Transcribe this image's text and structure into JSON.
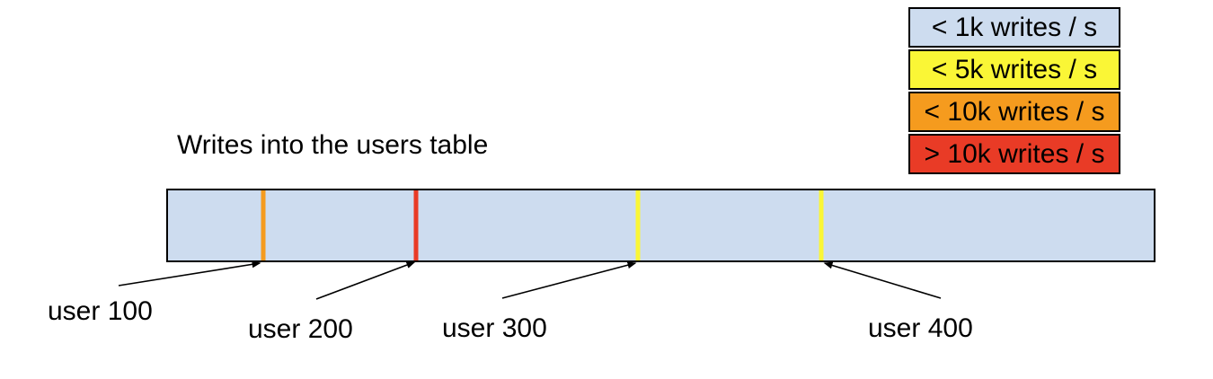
{
  "canvas": {
    "background": "#ffffff"
  },
  "title": "Writes into the users table",
  "legend": {
    "items": [
      {
        "label": "< 1k writes / s",
        "color": "#cddcef"
      },
      {
        "label": "< 5k writes / s",
        "color": "#faf636"
      },
      {
        "label": "< 10k writes / s",
        "color": "#f59b1e"
      },
      {
        "label": "> 10k writes / s",
        "color": "#e93b26"
      }
    ]
  },
  "bar": {
    "fill": "#cddcef",
    "border_color": "#000000",
    "markers": [
      {
        "user": "user 100",
        "rate": "< 10k writes / s",
        "color": "#f59b1e",
        "left_pct": "9.7%"
      },
      {
        "user": "user 200",
        "rate": "> 10k writes / s",
        "color": "#e93b26",
        "left_pct": "25.2%"
      },
      {
        "user": "user 300",
        "rate": "< 5k writes / s",
        "color": "#faf636",
        "left_pct": "47.7%"
      },
      {
        "user": "user 400",
        "rate": "< 5k writes / s",
        "color": "#faf636",
        "left_pct": "66.3%"
      }
    ]
  }
}
